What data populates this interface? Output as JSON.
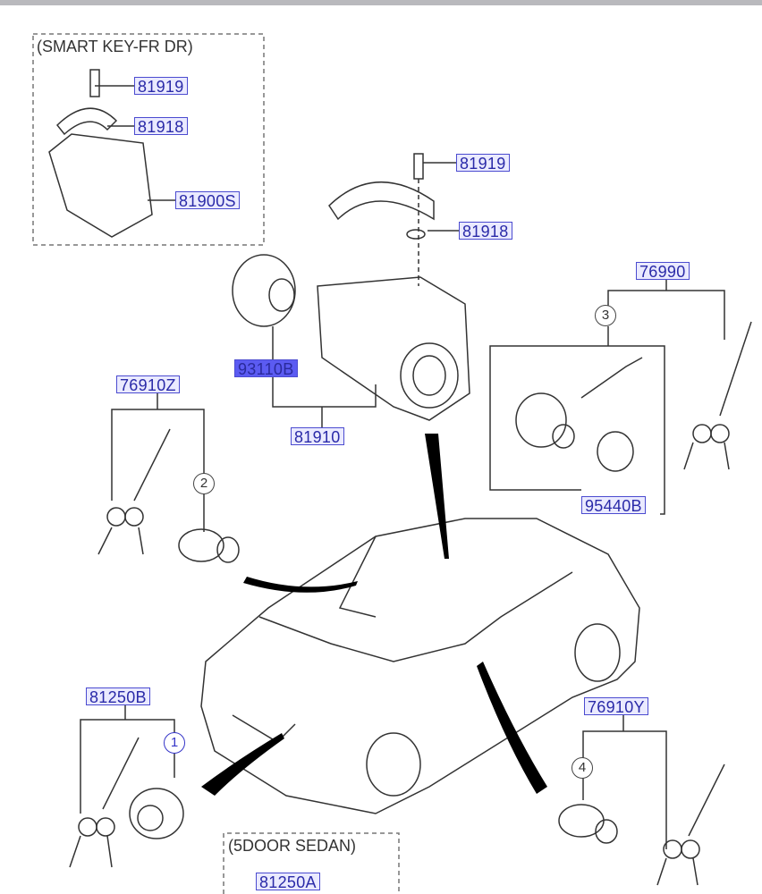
{
  "insets": {
    "smart_key": "(SMART KEY-FR DR)",
    "sedan": "(5DOOR SEDAN)"
  },
  "labels": [
    {
      "id": "81919-a",
      "text": "81919"
    },
    {
      "id": "81918-a",
      "text": "81918"
    },
    {
      "id": "81900S",
      "text": "81900S"
    },
    {
      "id": "81919-b",
      "text": "81919"
    },
    {
      "id": "81918-b",
      "text": "81918"
    },
    {
      "id": "76990",
      "text": "76990"
    },
    {
      "id": "93110B",
      "text": "93110B",
      "selected": true
    },
    {
      "id": "76910Z",
      "text": "76910Z"
    },
    {
      "id": "81910",
      "text": "81910"
    },
    {
      "id": "95440B",
      "text": "95440B"
    },
    {
      "id": "81250B",
      "text": "81250B"
    },
    {
      "id": "76910Y",
      "text": "76910Y"
    },
    {
      "id": "81250A",
      "text": "81250A"
    }
  ],
  "callouts": [
    "1",
    "2",
    "3",
    "4"
  ],
  "colors": {
    "label_bg": "#eaeaff",
    "label_border": "#4b4bd0",
    "label_text": "#2a2aa8",
    "selected_bg": "#5b5bf2"
  }
}
